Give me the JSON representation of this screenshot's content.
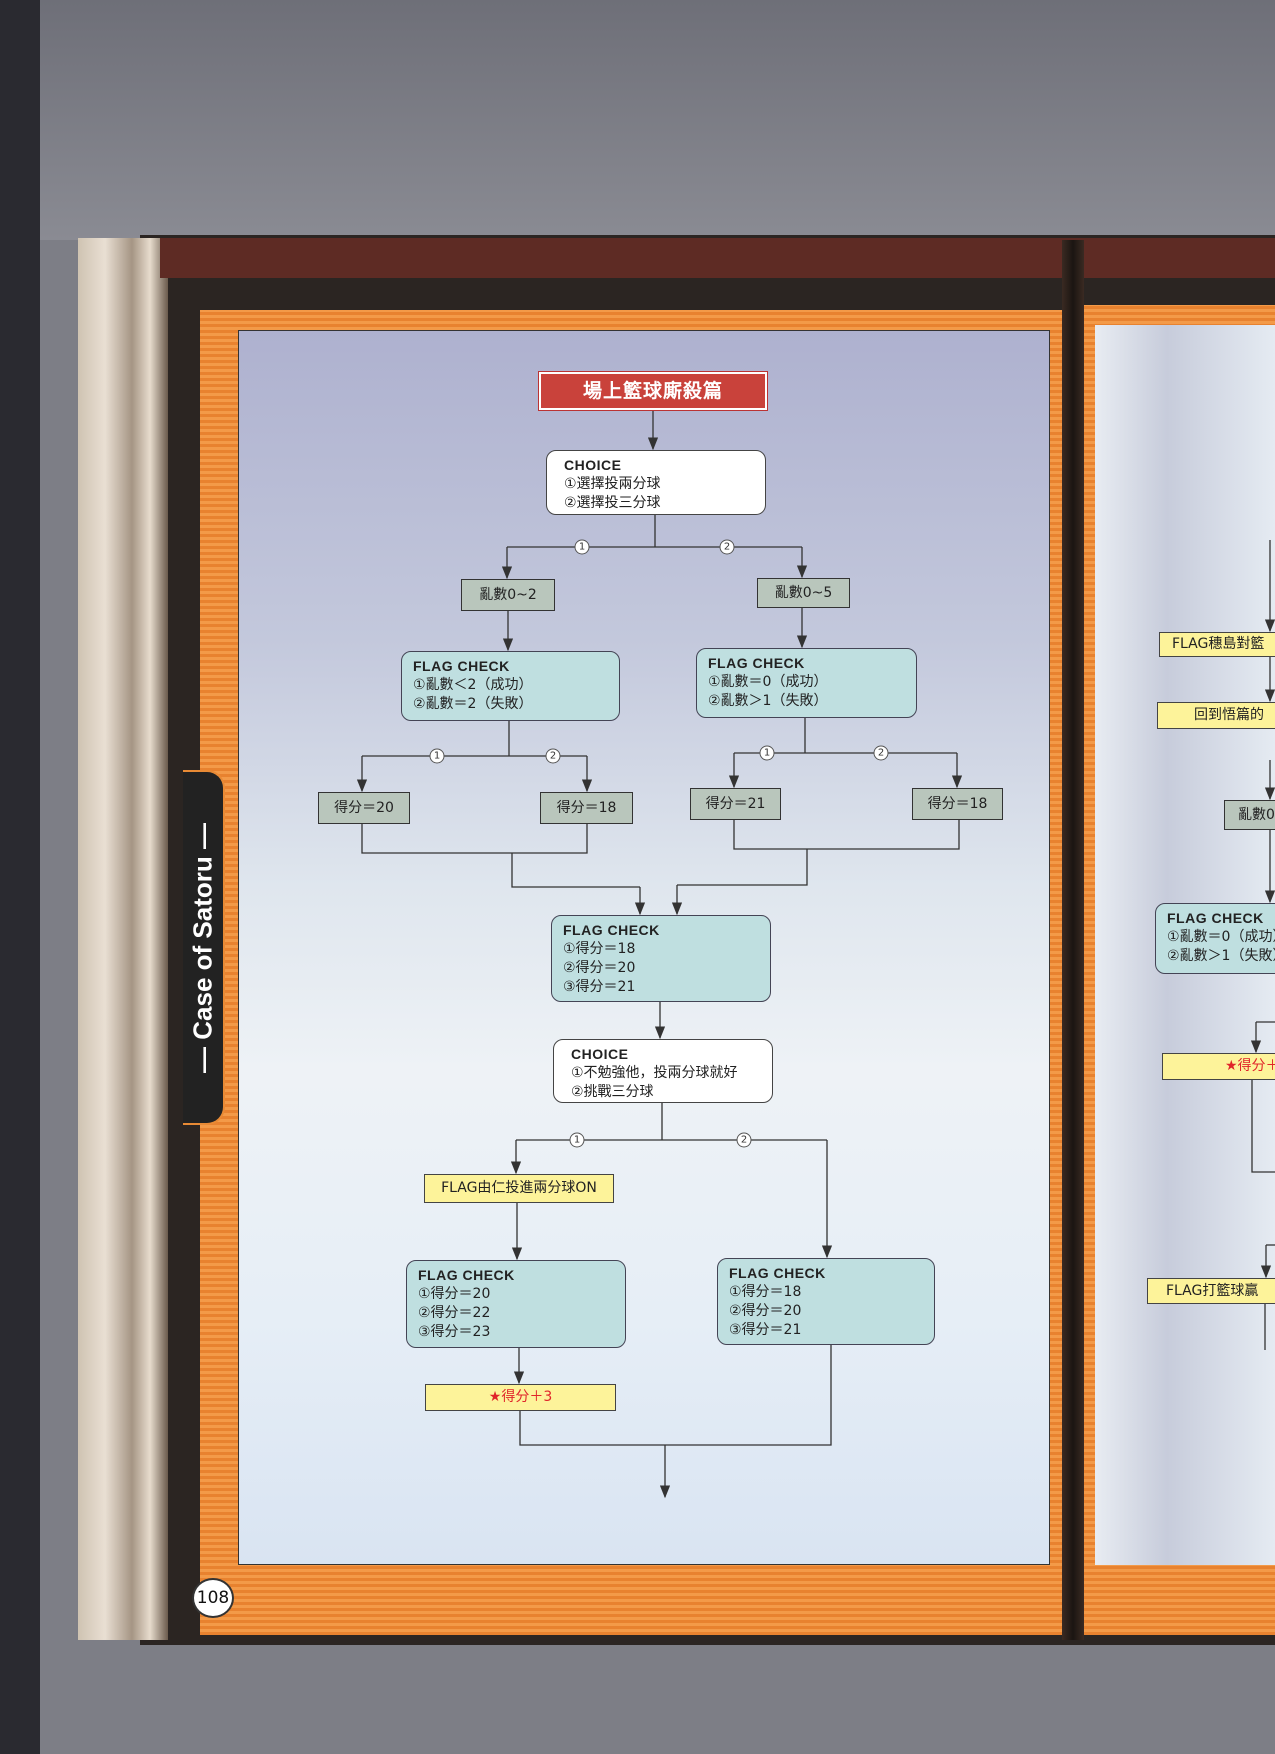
{
  "book": {
    "side_tab": "— Case of Satoru —",
    "page_number": "108"
  },
  "flowchart": {
    "title": "場上籃球廝殺篇",
    "choice1": {
      "head": "CHOICE",
      "opt1": "①選擇投兩分球",
      "opt2": "②選擇投三分球"
    },
    "random_a": "亂數0~2",
    "random_b": "亂數0~5",
    "flag_check1": {
      "head": "FLAG CHECK",
      "opt1": "①亂數＜2（成功）",
      "opt2": "②亂數＝2（失敗）"
    },
    "flag_check2": {
      "head": "FLAG CHECK",
      "opt1": "①亂數＝0（成功）",
      "opt2": "②亂數＞1（失敗）"
    },
    "scores": [
      "得分＝20",
      "得分＝18",
      "得分＝21",
      "得分＝18"
    ],
    "flag_check3": {
      "head": "FLAG CHECK",
      "opt1": "①得分＝18",
      "opt2": "②得分＝20",
      "opt3": "③得分＝21"
    },
    "choice2": {
      "head": "CHOICE",
      "opt1": "①不勉強他，投兩分球就好",
      "opt2": "②挑戰三分球"
    },
    "flag_on": "FLAG由仁投進兩分球ON",
    "flag_check4": {
      "head": "FLAG CHECK",
      "opt1": "①得分＝20",
      "opt2": "②得分＝22",
      "opt3": "③得分＝23"
    },
    "flag_check5": {
      "head": "FLAG CHECK",
      "opt1": "①得分＝18",
      "opt2": "②得分＝20",
      "opt3": "③得分＝21"
    },
    "bonus": "★得分＋3",
    "branch_labels": {
      "one": "1",
      "two": "2"
    }
  },
  "right_page": {
    "flag_a": "FLAG穗島對籃",
    "return": "回到悟篇的",
    "random": "亂數0",
    "flag_check": {
      "head": "FLAG CHECK",
      "opt1": "①亂數＝0（成功）",
      "opt2": "②亂數＞1（失敗）"
    },
    "bonus": "★得分＋",
    "flag_b": "FLAG打籃球贏"
  }
}
